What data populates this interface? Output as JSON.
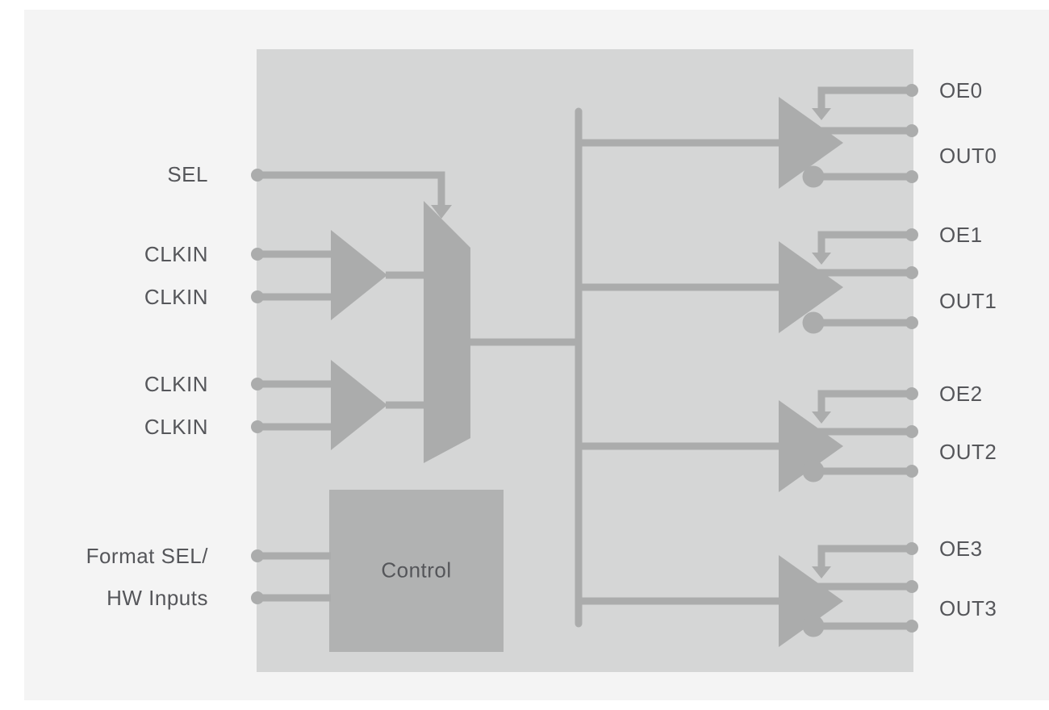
{
  "colors": {
    "page_bg": "#ffffff",
    "canvas_bg": "#f4f4f4",
    "chip_bg": "#d5d6d6",
    "shape": "#abacac",
    "control_bg": "#b1b2b2",
    "label_text": "#55565a"
  },
  "labels": {
    "left": [
      "SEL",
      "CLKIN",
      "CLKIN",
      "CLKIN",
      "CLKIN",
      "Format SEL/",
      "HW Inputs"
    ],
    "right": [
      "OE0",
      "OUT0",
      "OE1",
      "OUT1",
      "OE2",
      "OUT2",
      "OE3",
      "OUT3"
    ],
    "control": "Control"
  }
}
